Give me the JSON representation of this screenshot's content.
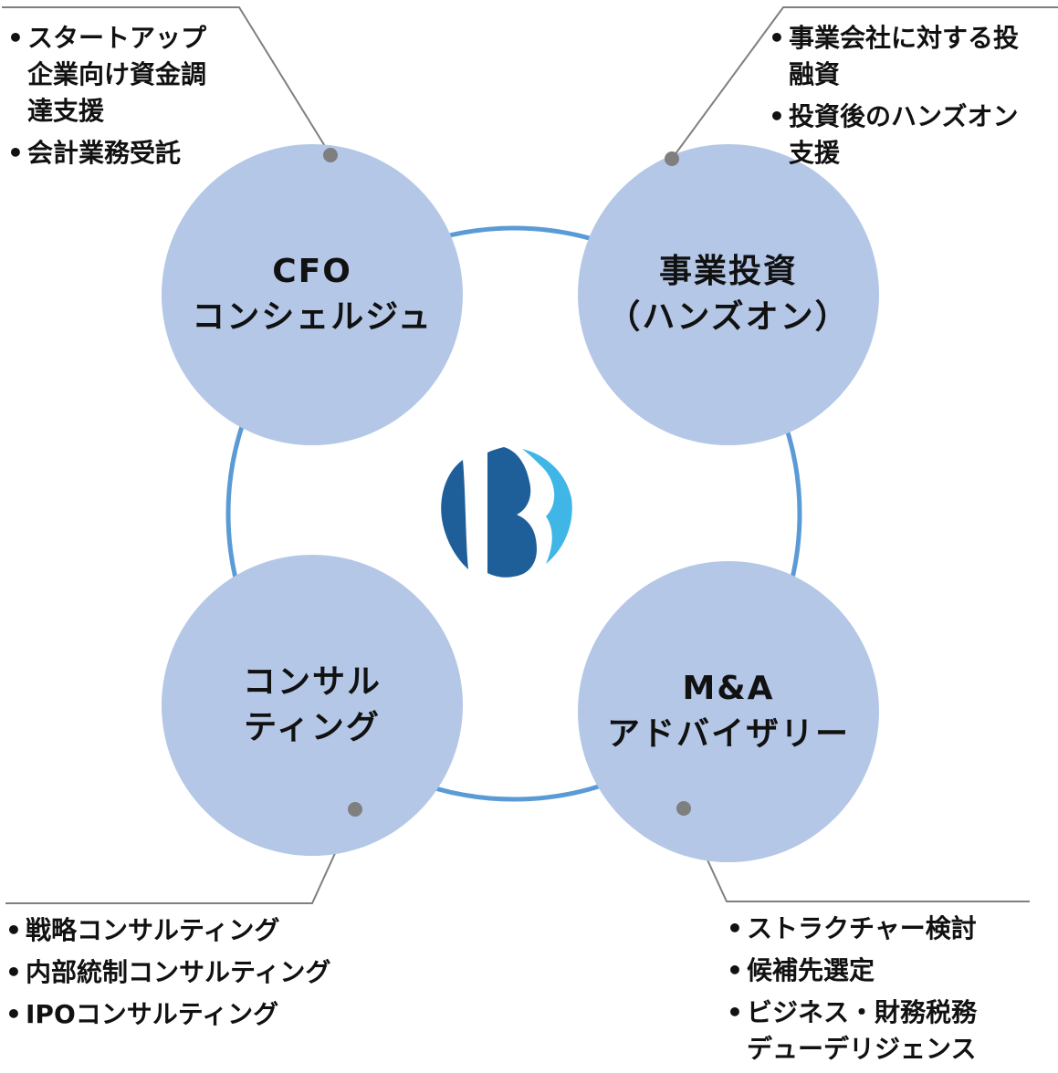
{
  "diagram": {
    "nodes": {
      "cfo": {
        "lines": [
          "CFO",
          "コンシェルジュ"
        ]
      },
      "investment": {
        "lines": [
          "事業投資",
          "（ハンズオン）"
        ]
      },
      "consulting": {
        "lines": [
          "コンサル",
          "ティング"
        ]
      },
      "ma": {
        "lines": [
          "M&A",
          "アドバイザリー"
        ]
      }
    },
    "callouts": {
      "cfo": [
        "スタートアップ\n企業向け資金調\n達支援",
        "会計業務受託"
      ],
      "investment": [
        "事業会社に対する投\n融資",
        "投資後のハンズオン\n支援"
      ],
      "consulting": [
        "戦略コンサルティング",
        "内部統制コンサルティング",
        "IPOコンサルティング"
      ],
      "ma": [
        "ストラクチャー検討",
        "候補先選定",
        "ビジネス・財務税務\nデューデリジェンス"
      ]
    }
  },
  "colors": {
    "node_fill": "#b4c7e7",
    "ring": "#5b9bd5",
    "leader": "#7f7f7f",
    "logo_dark": "#1f5f99",
    "logo_light": "#3fb6e6"
  },
  "logo": {
    "icon": "logo-icon"
  }
}
